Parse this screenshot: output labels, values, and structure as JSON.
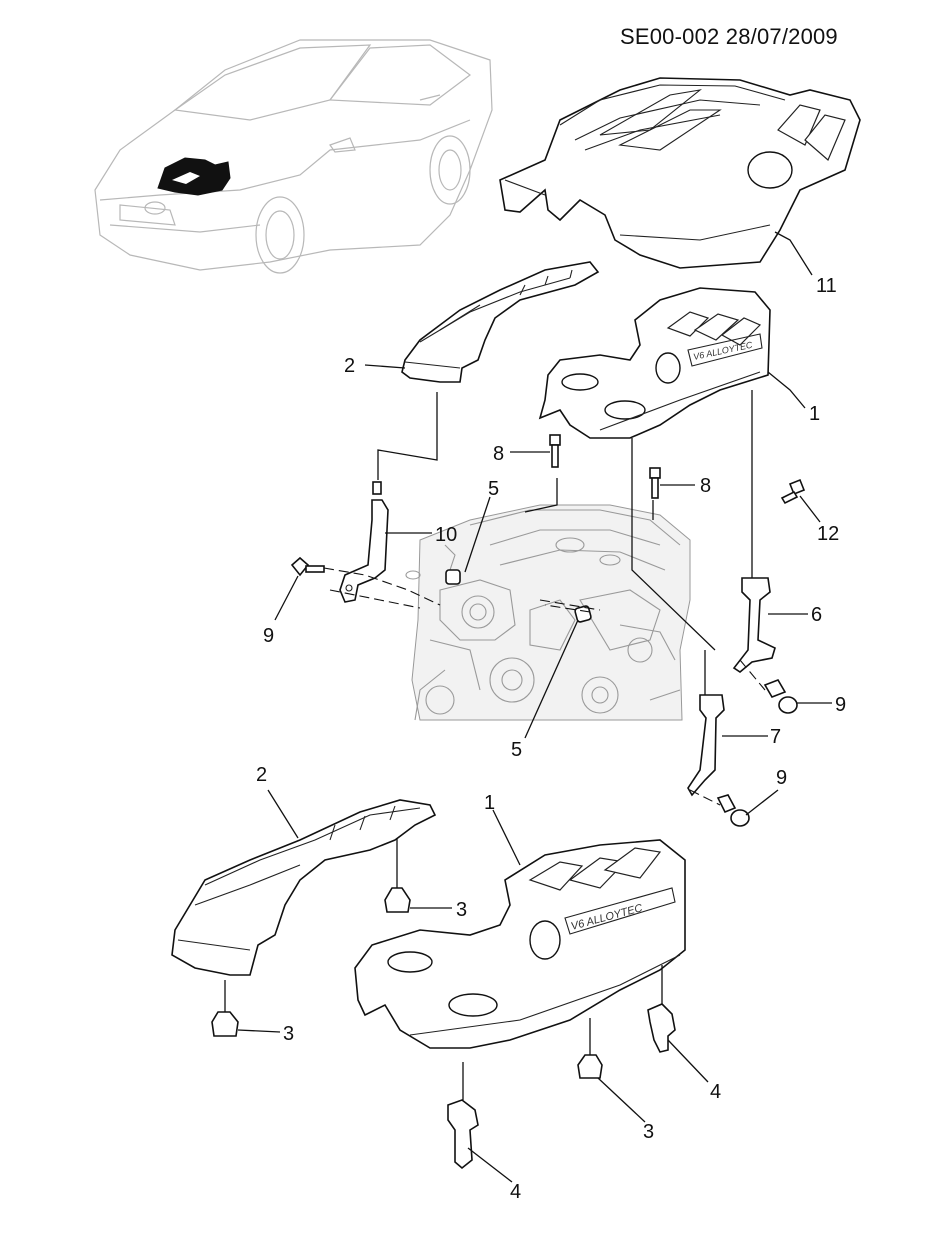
{
  "header": {
    "reference": "SE00-002 28/07/2009"
  },
  "callouts": [
    {
      "id": "c11",
      "label": "11"
    },
    {
      "id": "c2a",
      "label": "2"
    },
    {
      "id": "c1a",
      "label": "1"
    },
    {
      "id": "c8a",
      "label": "8"
    },
    {
      "id": "c8b",
      "label": "8"
    },
    {
      "id": "c12",
      "label": "12"
    },
    {
      "id": "c5a",
      "label": "5"
    },
    {
      "id": "c10",
      "label": "10"
    },
    {
      "id": "c9a",
      "label": "9"
    },
    {
      "id": "c6",
      "label": "6"
    },
    {
      "id": "c9b",
      "label": "9"
    },
    {
      "id": "c5b",
      "label": "5"
    },
    {
      "id": "c7",
      "label": "7"
    },
    {
      "id": "c9c",
      "label": "9"
    },
    {
      "id": "c2b",
      "label": "2"
    },
    {
      "id": "c1b",
      "label": "1"
    },
    {
      "id": "c3a",
      "label": "3"
    },
    {
      "id": "c3b",
      "label": "3"
    },
    {
      "id": "c4a",
      "label": "4"
    },
    {
      "id": "c3c",
      "label": "3"
    },
    {
      "id": "c4b",
      "label": "4"
    }
  ],
  "badge_text": "V6 ALLOYTEC"
}
